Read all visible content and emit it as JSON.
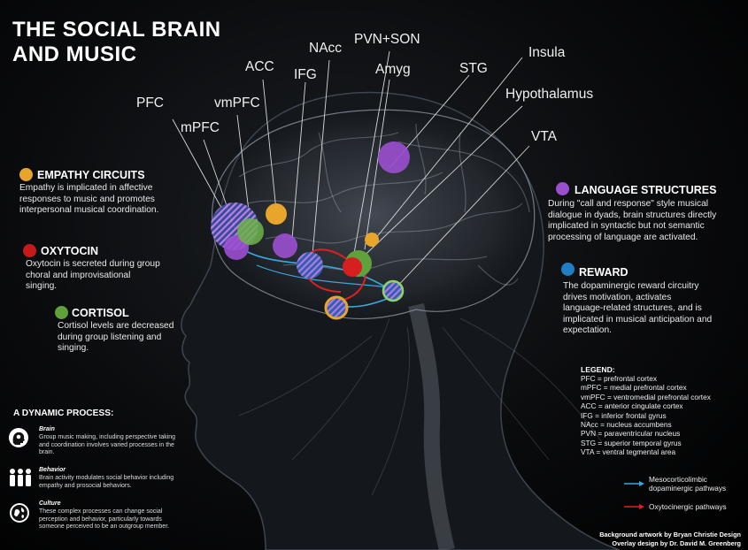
{
  "title": {
    "line1": "THE SOCIAL BRAIN",
    "line2": "AND MUSIC"
  },
  "colors": {
    "empathy": "#e8a52b",
    "oxytocin": "#c41a1a",
    "cortisol": "#5fa13b",
    "language": "#9b4fd0",
    "reward": "#1f7fc4",
    "mesocorticolimbic_line": "#3aa7e0",
    "oxytocinergic_line": "#e02020"
  },
  "regions": {
    "pfc": "PFC",
    "mpfc": "mPFC",
    "vmpfc": "vmPFC",
    "acc": "ACC",
    "ifg": "IFG",
    "nacc": "NAcc",
    "pvn_son": "PVN+SON",
    "amyg": "Amyg",
    "stg": "STG",
    "insula": "Insula",
    "hypothalamus": "Hypothalamus",
    "vta": "VTA"
  },
  "categories": {
    "empathy": {
      "title": "EMPATHY CIRCUITS",
      "text": "Empathy is implicated in affective responses to music and promotes interpersonal musical coordination."
    },
    "oxytocin": {
      "title": "OXYTOCIN",
      "text": "Oxytocin is secreted during group choral and improvisational singing."
    },
    "cortisol": {
      "title": "CORTISOL",
      "text": "Cortisol levels are decreased during group listening and singing."
    },
    "language": {
      "title": "LANGUAGE STRUCTURES",
      "text": "During \"call and response\" style musical dialogue in dyads, brain structures directly implicated in syntactic but not semantic processing of language are activated."
    },
    "reward": {
      "title": "REWARD",
      "text": "The dopaminergic reward circuitry drives motivation, activates language-related structures, and is implicated in musical anticipation and expectation."
    }
  },
  "legend": {
    "title": "LEGEND:",
    "items": [
      "PFC = prefrontal cortex",
      "mPFC = medial prefrontal cortex",
      "vmPFC = ventromedial prefrontal cortex",
      "ACC = anterior cingulate cortex",
      "IFG = inferior frontal gyrus",
      "NAcc = nucleus accumbens",
      "PVN = paraventricular nucleus",
      "STG = superior temporal gyrus",
      "VTA = ventral tegmental area"
    ],
    "pathways": {
      "mesocorticolimbic": "Mesocorticolimbic dopaminergic pathways",
      "oxytocinergic": "Oxytocinergic pathways"
    }
  },
  "process": {
    "title": "A DYNAMIC PROCESS:",
    "items": [
      {
        "name": "Brain",
        "text": "Group music making, including perspective taking and coordination involves varied processes in the brain.",
        "icon": "head-gears-icon"
      },
      {
        "name": "Behavior",
        "text": "Brain activity modulates social behavior including empathy and prosocial behaviors.",
        "icon": "people-group-icon"
      },
      {
        "name": "Culture",
        "text": "These complex processes can change social perception and behavior, particularly towards someone perceived to be an outgroup member.",
        "icon": "globe-icon"
      }
    ]
  },
  "credits": {
    "line1": "Background artwork by Bryan Christie Design",
    "line2": "Overlay design by Dr. David M. Greenberg"
  }
}
